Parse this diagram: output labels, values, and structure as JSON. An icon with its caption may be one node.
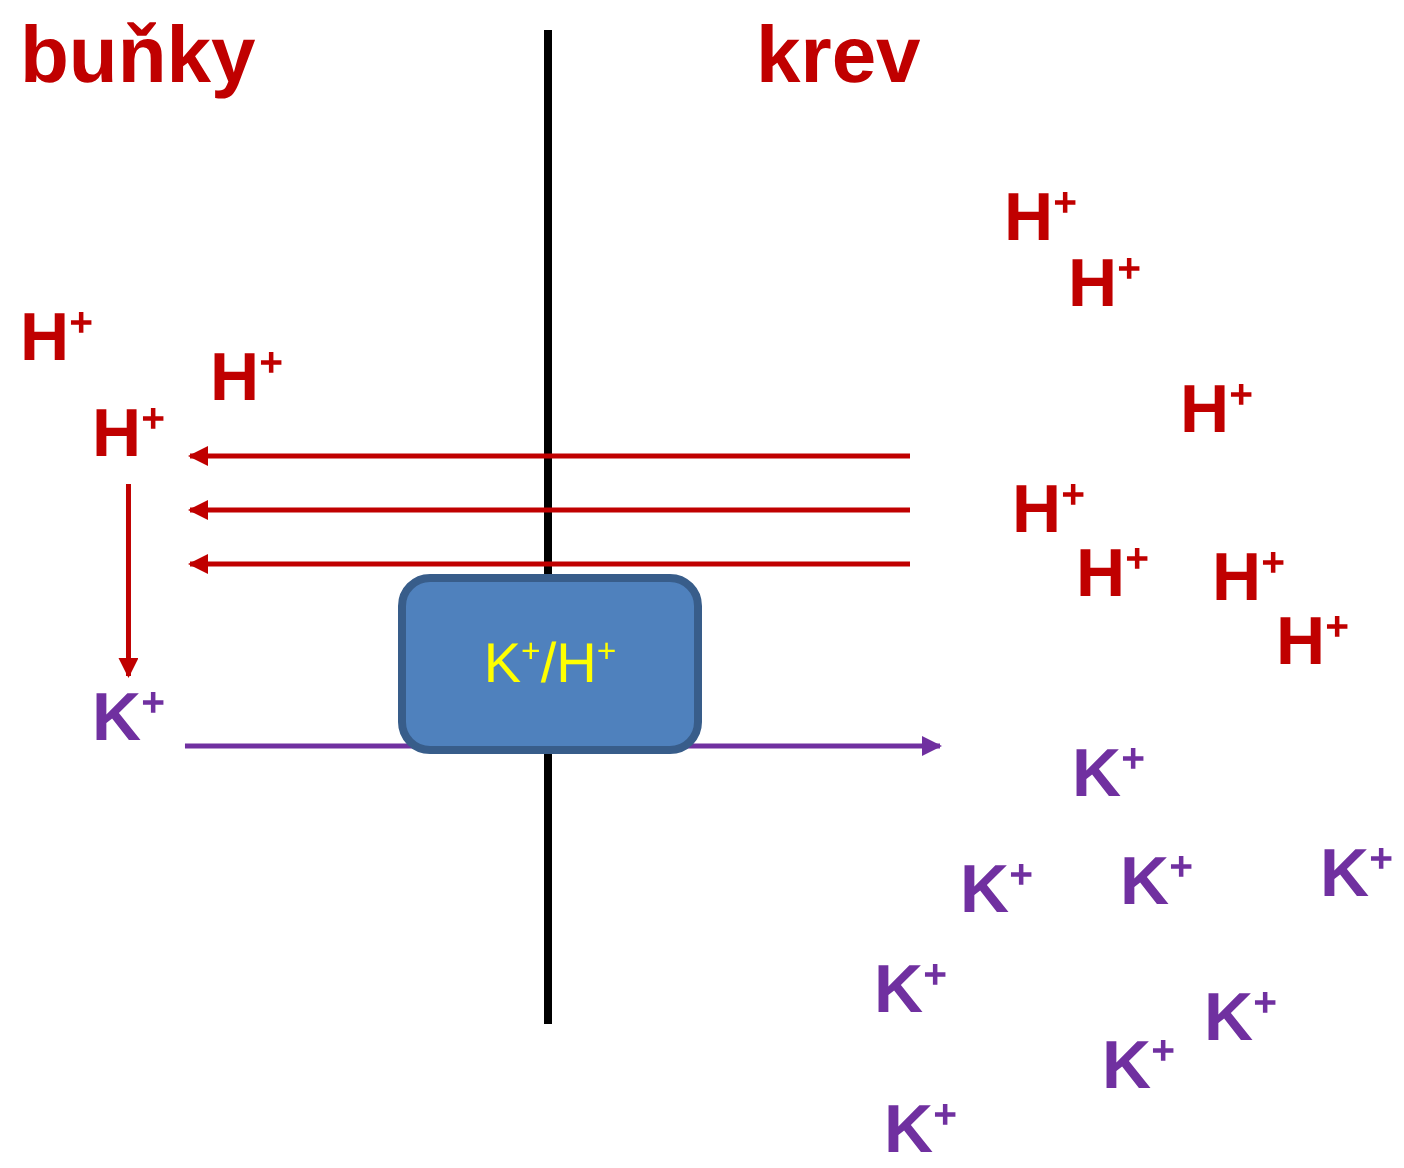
{
  "diagram": {
    "nodes": [
      {
        "text": [
          "K$^{+}$/H$^{+}$"
        ]
      },
      {
        "text": [
          "H$^{+}$"
        ]
      },
      {
        "text": [
          "K$^{+}$"
        ]
      }
    ],
    "edges": [
      {
        "from": 1,
        "to": 2,
        "arrow": "to",
        "color": "#c00000"
      },
      {
        "from": 2,
        "to": null,
        "arrow": "to",
        "color": "#7030a0"
      }
    ],
    "labels": [
      "buňky",
      "krev",
      "H$^{+}$",
      "H$^{+}$",
      "H$^{+}$",
      "H$^{+}$",
      "H$^{+}$",
      "H$^{+}$",
      "H$^{+}$",
      "H$^{+}$",
      "H$^{+}$",
      "K$^{+}$",
      "K$^{+}$",
      "K$^{+}$",
      "K$^{+}$",
      "K$^{+}$",
      "K$^{+}$",
      "K$^{+}$",
      "K$^{+}$"
    ]
  }
}
